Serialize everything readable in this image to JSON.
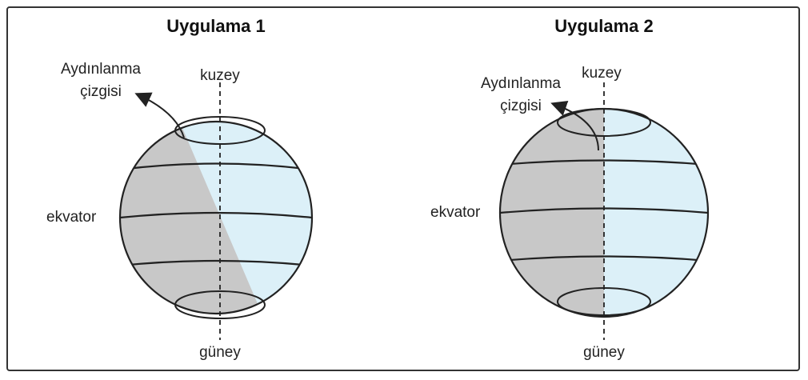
{
  "panels": [
    {
      "title": "Uygulama 1",
      "north_label": "kuzey",
      "south_label": "güney",
      "equator_label": "ekvator",
      "terminator_label": [
        "Aydınlanma",
        "çizgisi"
      ],
      "terminator": "tilted"
    },
    {
      "title": "Uygulama 2",
      "north_label": "kuzey",
      "south_label": "güney",
      "equator_label": "ekvator",
      "terminator_label": [
        "Aydınlanma",
        "çizgisi"
      ],
      "terminator": "vertical"
    }
  ],
  "colors": {
    "lit": "#dcf0f8",
    "dark": "#c8c8c8",
    "line": "#222222",
    "border": "#333333"
  }
}
